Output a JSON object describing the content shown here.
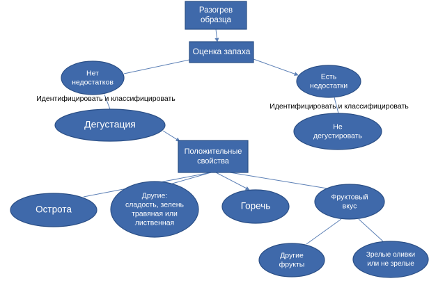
{
  "colors": {
    "node_fill": "#3f69aa",
    "node_stroke": "#2b4f86",
    "edge": "#5b7fb5",
    "note_text": "#000000"
  },
  "nodes": {
    "heat_sample": [
      "Разогрев",
      "образца"
    ],
    "smell_eval": [
      "Оценка запаха"
    ],
    "no_defects": [
      "Нет",
      "недостатков"
    ],
    "has_defects": [
      "Есть",
      "недостатки"
    ],
    "tasting": [
      "Дегустация"
    ],
    "no_tasting": [
      "Не",
      "дегустировать"
    ],
    "positive": [
      "Положительные",
      "свойства"
    ],
    "sharpness": [
      "Острота"
    ],
    "other": [
      "Другие:",
      "сладость, зелень",
      "травяная или",
      "лиственная"
    ],
    "bitterness": [
      "Горечь"
    ],
    "fruity": [
      "Фруктовый",
      "вкус"
    ],
    "other_fruits": [
      "Другие",
      "фрукты"
    ],
    "olives": [
      "Зрелые оливки",
      "или не зрелые"
    ]
  },
  "notes": {
    "identify_left": "Идентифицировать и классифицировать",
    "identify_right": "Идентифицировать и классифицировать"
  }
}
